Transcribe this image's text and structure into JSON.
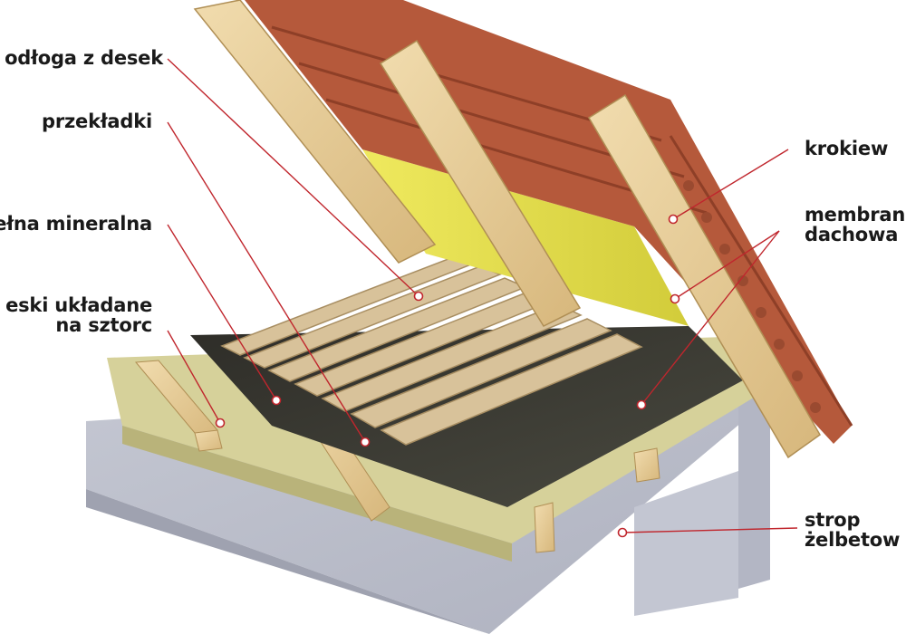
{
  "labels": {
    "podloga": "odłoga z desek",
    "przekladki": "przekładki",
    "welna": "ełna mineralna",
    "deski_line1": "eski układane",
    "deski_line2": "na sztorc",
    "krokiew": "krokiew",
    "membrana_line1": "membran",
    "membrana_line2": "dachowa",
    "strop_line1": "strop",
    "strop_line2": "żelbetow"
  },
  "colors": {
    "leader": "#c0262d",
    "concrete": "#b9bcc8",
    "concrete_dark": "#9a9dab",
    "wood": "#e9cf98",
    "wood_dark": "#c9a76a",
    "wool": "#d9d49a",
    "insulation_yellow": "#e6e04a",
    "membrane": "#3b3a33",
    "tile": "#b4593c"
  }
}
